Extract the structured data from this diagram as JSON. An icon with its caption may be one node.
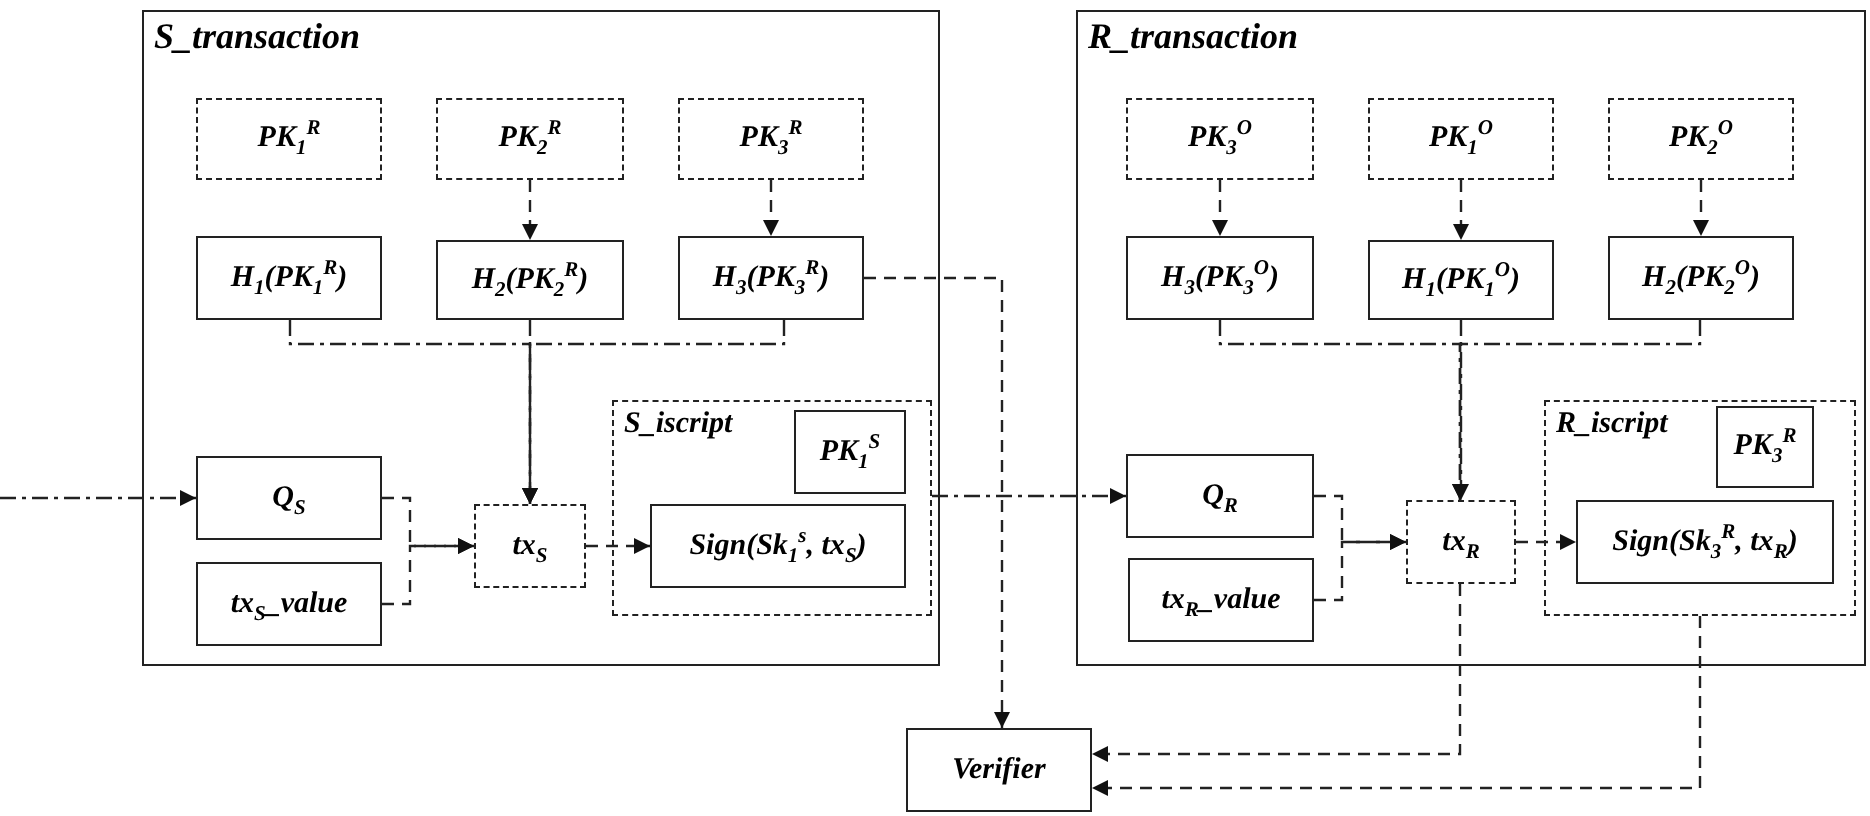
{
  "diagram": {
    "nodes": [
      {
        "text": [
          "S_transaction"
        ]
      },
      {
        "text": [
          "PK$_{1}$$^{R}$"
        ],
        "in": 0
      },
      {
        "text": [
          "PK$_{2}$$^{R}$"
        ],
        "in": 0
      },
      {
        "text": [
          "PK$_{3}$$^{R}$"
        ],
        "in": 0
      },
      {
        "text": [
          "H$_{1}$(PK$_{1}$$^{R}$)"
        ],
        "in": 0
      },
      {
        "text": [
          "H$_{2}$(PK$_{2}$$^{R}$)"
        ],
        "in": 0
      },
      {
        "text": [
          "H$_{3}$(PK$_{3}$$^{R}$)"
        ],
        "in": 0
      },
      {
        "text": [
          "Q$_{S}$"
        ],
        "in": 0
      },
      {
        "text": [
          "tx$_{S}$_value"
        ],
        "in": 0
      },
      {
        "text": [
          "tx$_{S}$"
        ],
        "in": 0
      },
      {
        "text": [
          "S_iscript"
        ],
        "in": 0
      },
      {
        "text": [
          "PK$_{1}$$^{S}$"
        ],
        "in": 10
      },
      {
        "text": [
          "Sign(Sk$_{1}$$^{s}$, tx$_{S}$)"
        ],
        "in": 10
      },
      {
        "text": [
          "R_transaction"
        ]
      },
      {
        "text": [
          "PK$_{3}$$^{O}$"
        ],
        "in": 13
      },
      {
        "text": [
          "PK$_{1}$$^{O}$"
        ],
        "in": 13
      },
      {
        "text": [
          "PK$_{2}$$^{O}$"
        ],
        "in": 13
      },
      {
        "text": [
          "H$_{3}$(PK$_{3}$$^{O}$)"
        ],
        "in": 13
      },
      {
        "text": [
          "H$_{1}$(PK$_{1}$$^{O}$)"
        ],
        "in": 13
      },
      {
        "text": [
          "H$_{2}$(PK$_{2}$$^{O}$)"
        ],
        "in": 13
      },
      {
        "text": [
          "Q$_{R}$"
        ],
        "in": 13
      },
      {
        "text": [
          "tx$_{R}$_value"
        ],
        "in": 13
      },
      {
        "text": [
          "tx$_{R}$"
        ],
        "in": 13
      },
      {
        "text": [
          "R_iscript"
        ],
        "in": 13
      },
      {
        "text": [
          "PK$_{3}$$^{R}$"
        ],
        "in": 23
      },
      {
        "text": [
          "Sign(Sk$_{3}$$^{R}$, tx$_{R}$)"
        ],
        "in": 23
      },
      {
        "text": [
          "Verifier"
        ]
      }
    ],
    "edges": [
      {
        "from": null,
        "to": 7,
        "arrow": "to",
        "style": "dashed"
      },
      {
        "from": 7,
        "to": 9,
        "arrow": "to",
        "style": "dashed"
      },
      {
        "from": 8,
        "to": 9,
        "arrow": "to",
        "style": "dashed"
      },
      {
        "from": 2,
        "to": 5,
        "arrow": "to",
        "style": "dashed"
      },
      {
        "from": 3,
        "to": 6,
        "arrow": "to",
        "style": "dashed"
      },
      {
        "from": 4,
        "to": 9,
        "arrow": "to",
        "style": "dashed"
      },
      {
        "from": 5,
        "to": 9,
        "arrow": "to",
        "style": "dashed"
      },
      {
        "from": 6,
        "to": 9,
        "arrow": "to",
        "style": "dashed"
      },
      {
        "from": 9,
        "to": 12,
        "arrow": "to",
        "style": "dashed"
      },
      {
        "from": 10,
        "to": 20,
        "arrow": "to",
        "style": "dashed"
      },
      {
        "from": 6,
        "to": 26,
        "arrow": "to",
        "style": "dashed"
      },
      {
        "from": 14,
        "to": 17,
        "arrow": "to",
        "style": "dashed"
      },
      {
        "from": 15,
        "to": 18,
        "arrow": "to",
        "style": "dashed"
      },
      {
        "from": 16,
        "to": 19,
        "arrow": "to",
        "style": "dashed"
      },
      {
        "from": 17,
        "to": 22,
        "arrow": "to",
        "style": "dashed"
      },
      {
        "from": 18,
        "to": 22,
        "arrow": "to",
        "style": "dashed"
      },
      {
        "from": 19,
        "to": 22,
        "arrow": "to",
        "style": "dashed"
      },
      {
        "from": 20,
        "to": 22,
        "arrow": "to",
        "style": "dashed"
      },
      {
        "from": 21,
        "to": 22,
        "arrow": "to",
        "style": "dashed"
      },
      {
        "from": 22,
        "to": 25,
        "arrow": "to",
        "style": "dashed"
      },
      {
        "from": 22,
        "to": 26,
        "arrow": "to",
        "style": "dashed"
      },
      {
        "from": 23,
        "to": 26,
        "arrow": "to",
        "style": "dashed"
      }
    ]
  }
}
